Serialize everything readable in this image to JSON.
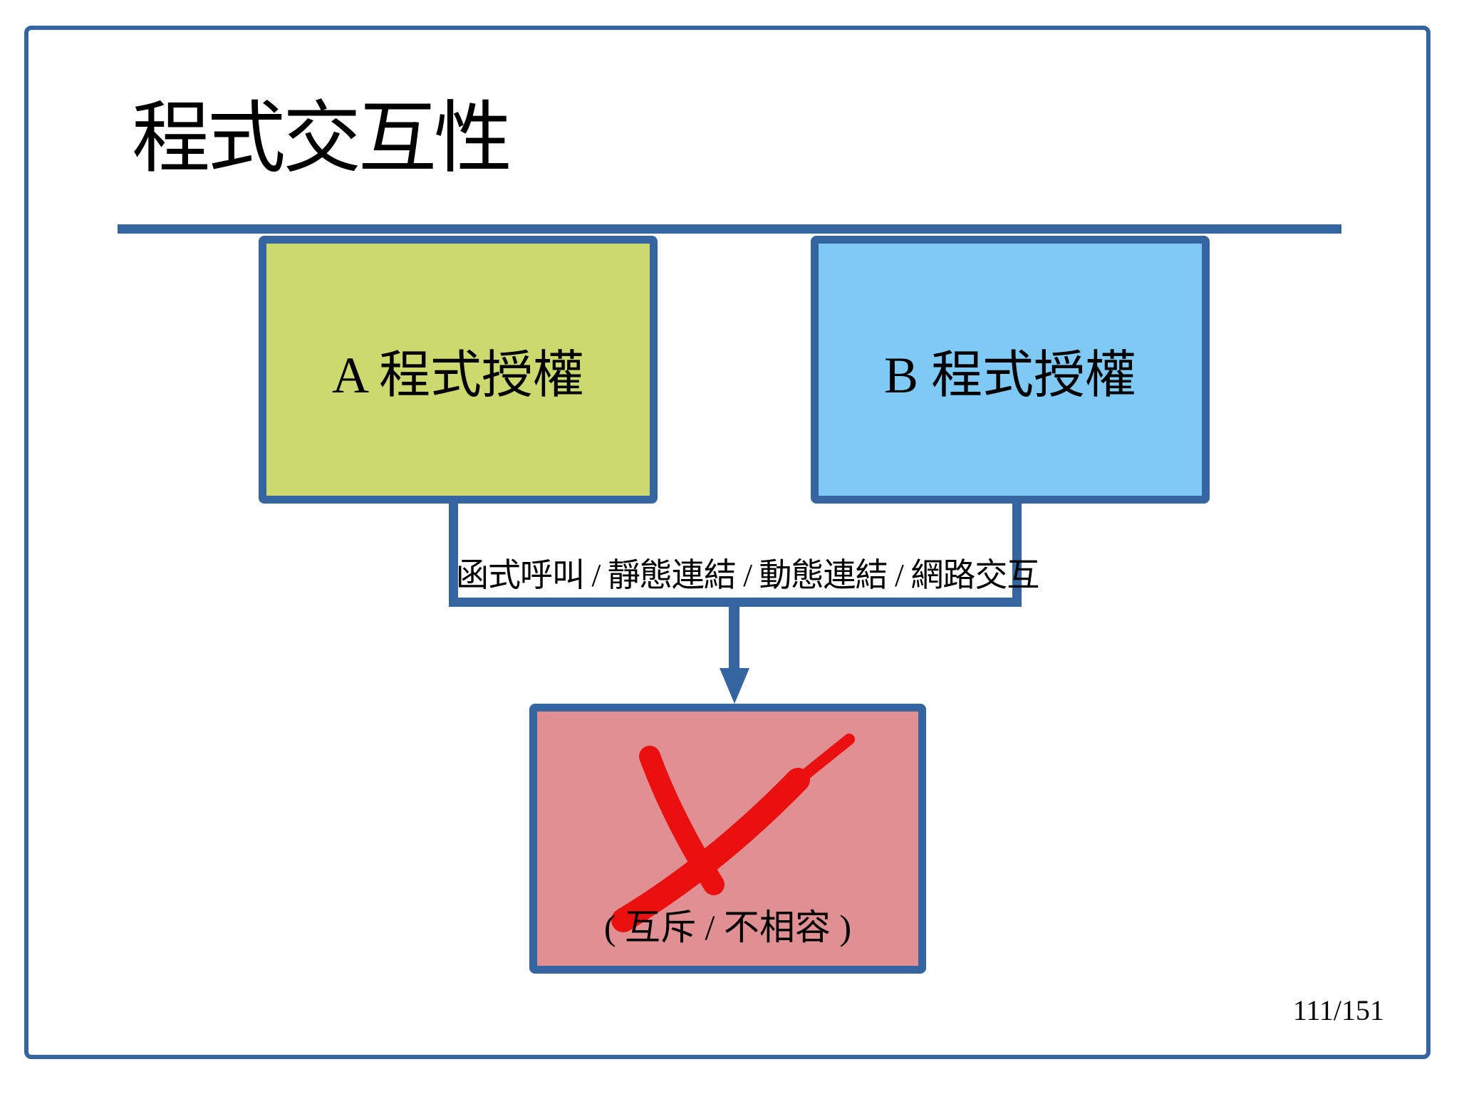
{
  "slide": {
    "title": "程式交互性",
    "page_number": "111/151"
  },
  "boxes": {
    "program_a": {
      "label": "A 程式授權",
      "fill": "#CBD96E"
    },
    "program_b": {
      "label": "B 程式授權",
      "fill": "#7FC9F5"
    },
    "incompatible": {
      "label": "( 互斥 / 不相容 )",
      "fill": "#E09092",
      "mark": "red-brush-x"
    }
  },
  "connector": {
    "label": "函式呼叫 / 靜態連結 / 動態連結 / 網路交互"
  },
  "colors": {
    "accent_blue": "#3565A0",
    "x_mark_red": "#EB1010",
    "program_a_fill": "#CBD96E",
    "program_b_fill": "#7FC9F5",
    "incompatible_fill": "#E09092",
    "text": "#000000",
    "background": "#FFFFFF"
  }
}
